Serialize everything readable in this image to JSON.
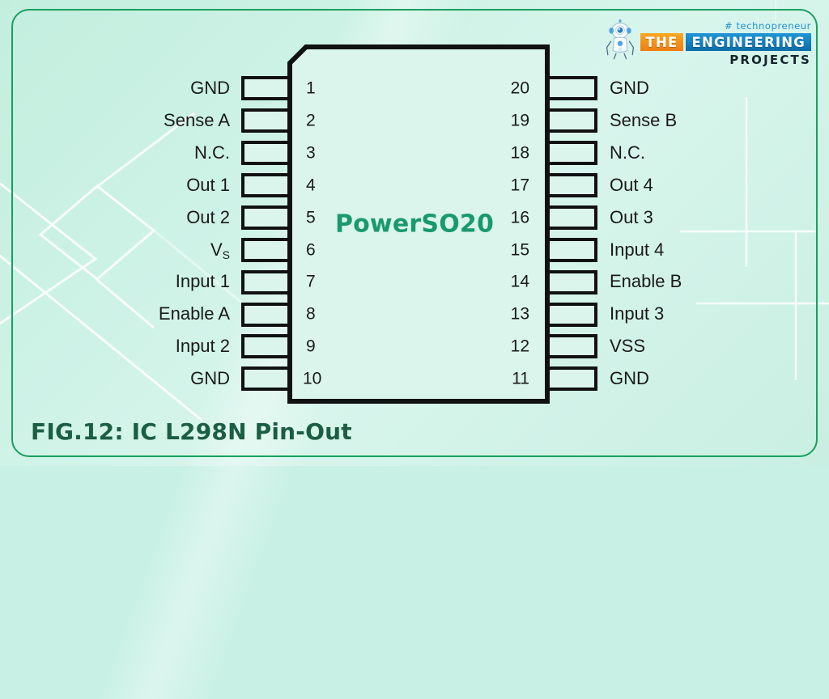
{
  "colors": {
    "page_background": "#c8f0e4",
    "frame_border": "#18a05e",
    "chip_body_fill": "#dbf5ec",
    "chip_outline": "#111111",
    "part_name_color": "#19996e",
    "caption_color": "#1b5e44",
    "logo_orange": "#f59011",
    "logo_blue": "#1684c4",
    "tagline_blue": "#1f8fd6"
  },
  "logo": {
    "robot_icon": "robot-icon",
    "tagline": "# technopreneur",
    "word_the": "THE",
    "word_engineering": "ENGINEERING",
    "word_projects": "PROJECTS"
  },
  "diagram": {
    "part_name": "PowerSO20",
    "package": "PowerSO20",
    "caption": "FIG.12:  IC L298N Pin-Out",
    "left_pins": [
      {
        "number": "1",
        "label": "GND"
      },
      {
        "number": "2",
        "label": "Sense A"
      },
      {
        "number": "3",
        "label": "N.C."
      },
      {
        "number": "4",
        "label": "Out 1"
      },
      {
        "number": "5",
        "label": "Out 2"
      },
      {
        "number": "6",
        "label": "V",
        "sub": "S"
      },
      {
        "number": "7",
        "label": "Input 1"
      },
      {
        "number": "8",
        "label": "Enable A"
      },
      {
        "number": "9",
        "label": "Input 2"
      },
      {
        "number": "10",
        "label": "GND"
      }
    ],
    "right_pins": [
      {
        "number": "20",
        "label": "GND"
      },
      {
        "number": "19",
        "label": "Sense B"
      },
      {
        "number": "18",
        "label": "N.C."
      },
      {
        "number": "17",
        "label": "Out 4"
      },
      {
        "number": "16",
        "label": "Out 3"
      },
      {
        "number": "15",
        "label": "Input 4"
      },
      {
        "number": "14",
        "label": "Enable B"
      },
      {
        "number": "13",
        "label": "Input 3"
      },
      {
        "number": "12",
        "label": "VSS"
      },
      {
        "number": "11",
        "label": "GND"
      }
    ]
  }
}
